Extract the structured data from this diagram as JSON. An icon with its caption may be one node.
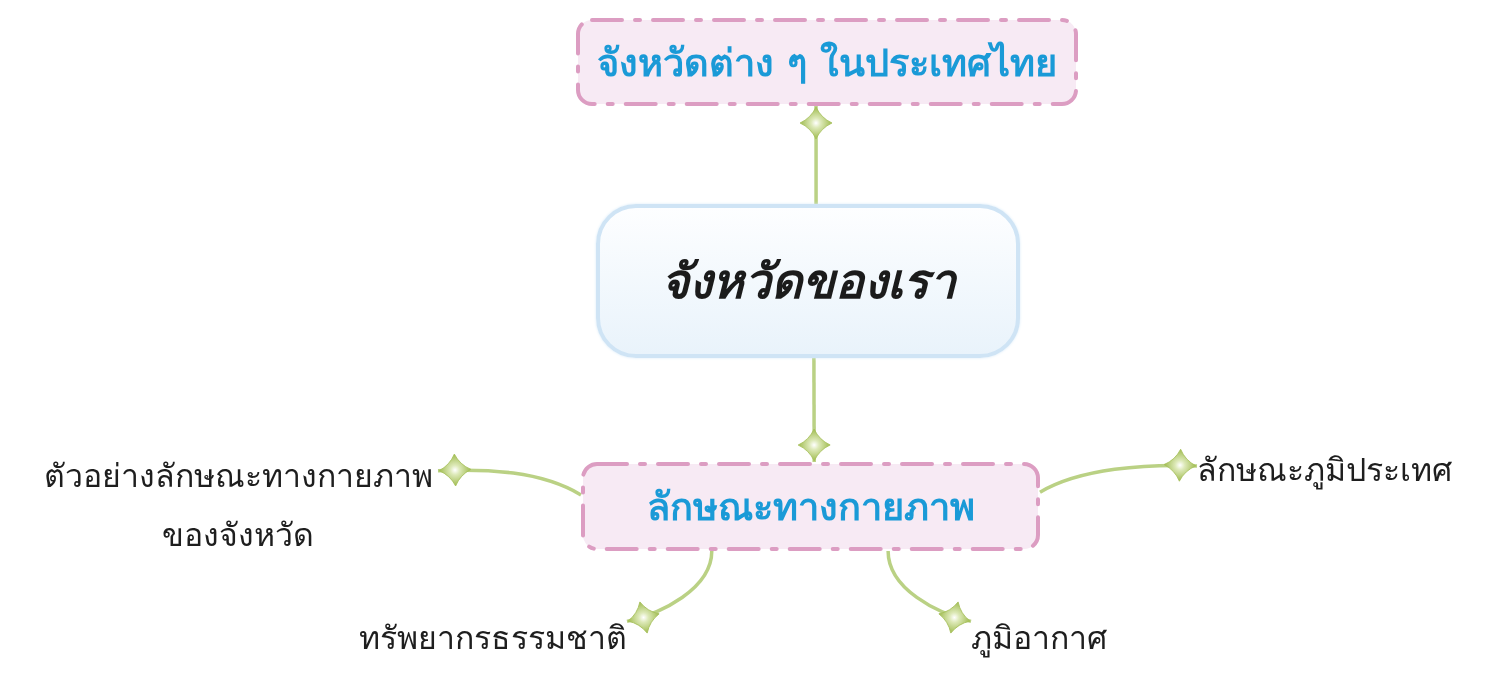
{
  "diagram": {
    "nodes": [
      {
        "text": [
          "จังหวัดต่าง ๆ ในประเทศไทย"
        ]
      },
      {
        "text": [
          "จังหวัดของเรา"
        ]
      },
      {
        "text": [
          "ลักษณะทางกายภาพ"
        ]
      },
      {
        "text": [
          "ตัวอย่างลักษณะทางกายภาพ ของจังหวัด"
        ]
      },
      {
        "text": [
          "ลักษณะภูมิประเทศ"
        ]
      },
      {
        "text": [
          "ทรัพยากรธรรมชาติ"
        ]
      },
      {
        "text": [
          "ภูมิอากาศ"
        ]
      }
    ],
    "edges": [
      {
        "from": 1,
        "to": 0,
        "arrow": "other"
      },
      {
        "from": 1,
        "to": 2,
        "arrow": "other"
      },
      {
        "from": 2,
        "to": 3,
        "arrow": "other"
      },
      {
        "from": 2,
        "to": 4,
        "arrow": "other"
      },
      {
        "from": 2,
        "to": 5,
        "arrow": "other"
      },
      {
        "from": 2,
        "to": 6,
        "arrow": "other"
      }
    ]
  }
}
